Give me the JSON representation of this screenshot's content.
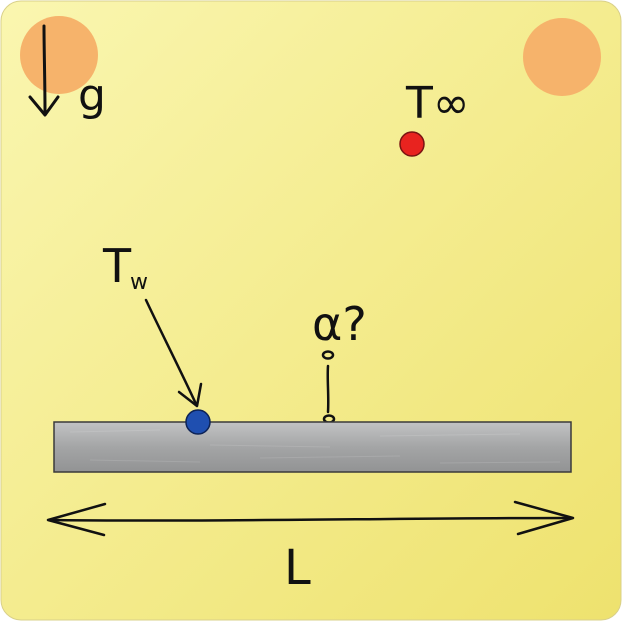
{
  "labels": {
    "gravity": "g",
    "ambient_temperature": "T∞",
    "wall_temperature_main": "T",
    "wall_temperature_sub": "w",
    "unknown": "α?",
    "length": "L"
  },
  "colors": {
    "background_top": "#faf5a8",
    "background_bottom": "#efe472",
    "corner_dot": "#f6b36b",
    "ambient_point": "#e8231f",
    "wall_point": "#1f4fb0",
    "plate": "#a9aaab",
    "ink": "#111111"
  },
  "icons": {
    "gravity_arrow": "down-arrow-icon",
    "pointer_arrow": "diagonal-arrow-icon",
    "length_arrow": "double-headed-arrow-icon"
  }
}
